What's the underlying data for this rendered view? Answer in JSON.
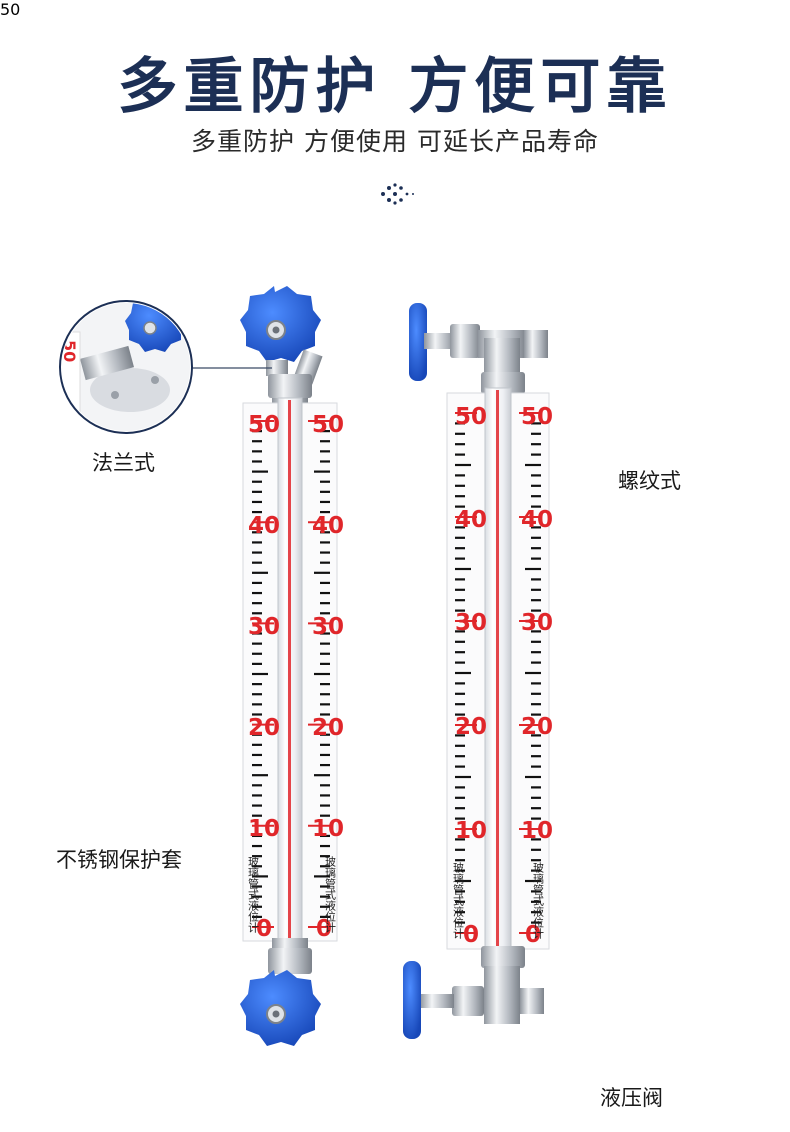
{
  "header": {
    "title": "多重防护  方便可靠",
    "subtitle": "多重防护 方便使用  可延长产品寿命"
  },
  "labels": {
    "flange": "法兰式",
    "thread": "螺纹式",
    "sleeve": "不锈钢保护套",
    "valve": "液压阀"
  },
  "gauge": {
    "scale_numbers": [
      "50",
      "40",
      "30",
      "20",
      "10",
      "0"
    ],
    "side_text": "玻璃管式液位计"
  },
  "colors": {
    "title": "#1c2f55",
    "valve_blue": "#1f5fd1",
    "scale_red": "#e0262a",
    "steel": "#c8ccd2"
  }
}
